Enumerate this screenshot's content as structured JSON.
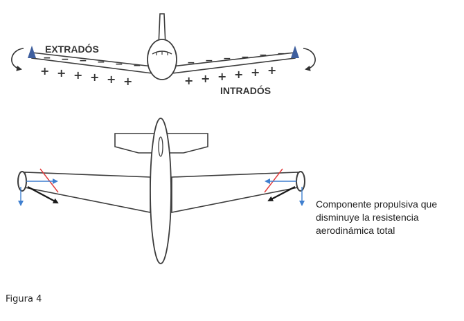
{
  "front_view": {
    "upper_surface_label": "EXTRADÓS",
    "lower_surface_label": "INTRADÓS",
    "lower_sign": "+",
    "upper_sign": "−"
  },
  "top_view": {
    "annotation_lines": [
      "Componente propulsiva que",
      "disminuye la resistencia",
      "aerodinámica total"
    ]
  },
  "caption": "Figura 4",
  "colors": {
    "winglet": "#3f5f9e",
    "velocity_arrow": "#3f7fcf",
    "lift_line": "#e23b3b",
    "thrust_arrow": "#1a1a1a",
    "outline": "#3c3c3c"
  }
}
